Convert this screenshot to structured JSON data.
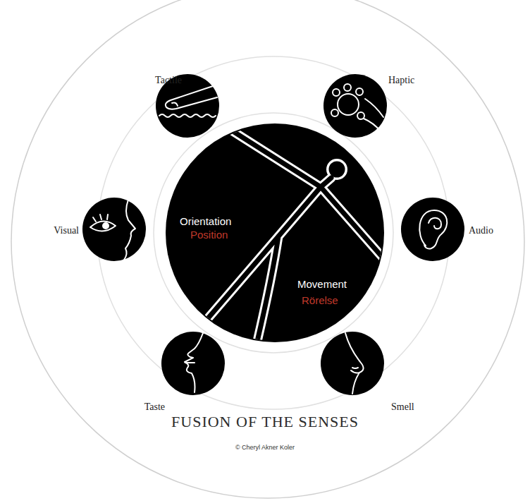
{
  "diagram": {
    "title": "FUSION OF THE SENSES",
    "nodes": [
      {
        "text": [
          "Tactile"
        ]
      },
      {
        "text": [
          "Haptic"
        ]
      },
      {
        "text": [
          "Visual"
        ]
      },
      {
        "text": [
          "Orientation",
          "Position",
          "Movement",
          "Rörelse"
        ]
      },
      {
        "text": [
          "Audio"
        ]
      },
      {
        "text": [
          "Taste"
        ]
      },
      {
        "text": [
          "Smell"
        ]
      }
    ],
    "labels": [
      "© Cheryl Akner Koler"
    ]
  }
}
